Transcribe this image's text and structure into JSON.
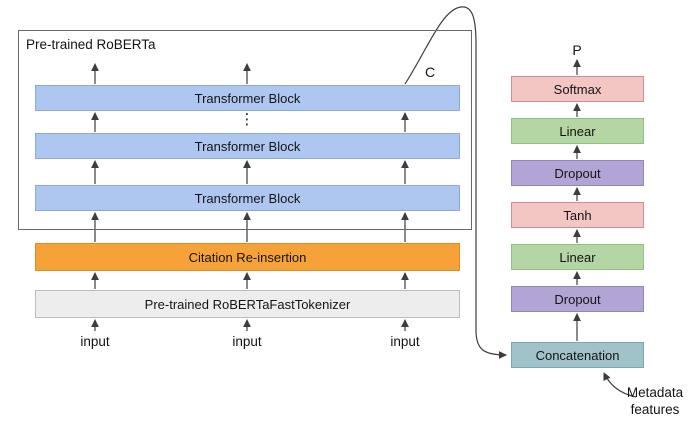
{
  "roberta": {
    "label": "Pre-trained RoBERTa",
    "c_label": "C",
    "blocks": [
      "Transformer Block",
      "Transformer Block",
      "Transformer Block"
    ],
    "dots": "⋮"
  },
  "pipeline": {
    "citation": "Citation Re-insertion",
    "tokenizer": "Pre-trained RoBERTaFastTokenizer",
    "inputs": [
      "input",
      "input",
      "input"
    ]
  },
  "head": {
    "output_label": "P",
    "stack": [
      "Softmax",
      "Linear",
      "Dropout",
      "Tanh",
      "Linear",
      "Dropout",
      "Concatenation"
    ],
    "metadata_label": "Metadata features"
  },
  "colors": {
    "transformer_block": "#aec7f0",
    "citation": "#f7a239",
    "tokenizer": "#ededed",
    "softmax_tanh": "#f3c6c4",
    "linear": "#b4d6a4",
    "dropout": "#b2a5d6",
    "concatenation": "#a0c3c9",
    "connector": "#3d3d3d"
  }
}
